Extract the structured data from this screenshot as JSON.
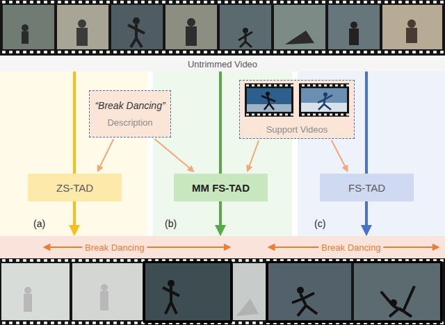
{
  "diagram": {
    "nodes": [
      {
        "text": [
          "Untrimmed Video"
        ]
      },
      {
        "text": [
          "“Break Dancing”",
          "Description"
        ]
      },
      {
        "text": [
          "Support Videos"
        ]
      },
      {
        "text": [
          "ZS-TAD"
        ]
      },
      {
        "text": [
          "MM FS-TAD"
        ]
      },
      {
        "text": [
          "FS-TAD"
        ]
      },
      {
        "text": [
          "Break Dancing",
          "Break Dancing"
        ]
      }
    ],
    "edges": [
      {
        "from": 0,
        "to": 3,
        "arrow": "none"
      },
      {
        "from": 3,
        "to": 6,
        "arrow": "to"
      },
      {
        "from": 0,
        "to": 4,
        "arrow": "none"
      },
      {
        "from": 4,
        "to": 6,
        "arrow": "to"
      },
      {
        "from": 0,
        "to": 5,
        "arrow": "none"
      },
      {
        "from": 5,
        "to": 6,
        "arrow": "to"
      },
      {
        "from": 1,
        "to": 3,
        "arrow": "to"
      },
      {
        "from": 1,
        "to": 4,
        "arrow": "to"
      },
      {
        "from": 2,
        "to": 4,
        "arrow": "to"
      },
      {
        "from": 2,
        "to": 5,
        "arrow": "to"
      }
    ],
    "labels": [
      "(a)",
      "(b)",
      "(c)"
    ]
  }
}
